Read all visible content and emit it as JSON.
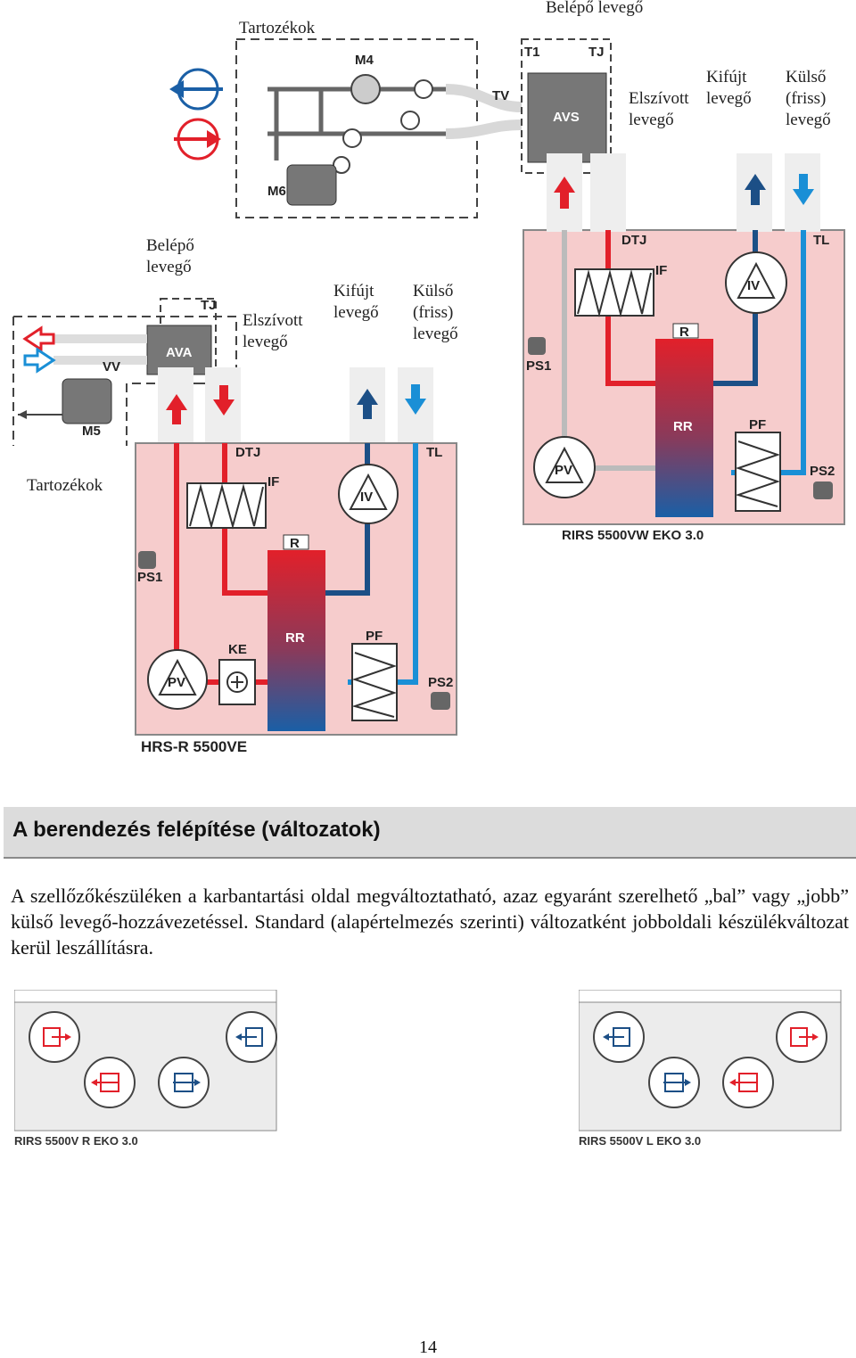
{
  "diagram_top": {
    "labels": {
      "tartozekok": "Tartozékok",
      "belepo": "Belépő levegő",
      "elszivott": [
        "Elszívott",
        "levegő"
      ],
      "kifujt": [
        "Kifújt",
        "levegő"
      ],
      "kulso": [
        "Külső",
        "(friss)",
        "levegő"
      ]
    },
    "tags": [
      "M4",
      "M6",
      "T1",
      "TJ",
      "TV",
      "AVS",
      "DTJ",
      "IF",
      "TL",
      "IV",
      "R",
      "PS1",
      "RR",
      "PF",
      "PV",
      "PS2"
    ],
    "model": "RIRS 5500VW EKO 3.0"
  },
  "diagram_bottom": {
    "labels": {
      "belepo": [
        "Belépő",
        "levegő"
      ],
      "elszivott": [
        "Elszívott",
        "levegő"
      ],
      "kifujt": [
        "Kifújt",
        "levegő"
      ],
      "kulso": [
        "Külső",
        "(friss)",
        "levegő"
      ],
      "tartozekok": "Tartozékok"
    },
    "tags": [
      "TJ",
      "AVA",
      "VV",
      "M5",
      "DTJ",
      "IF",
      "TL",
      "IV",
      "R",
      "PS1",
      "RR",
      "PF",
      "KE",
      "PV",
      "PS2"
    ],
    "model": "HRS-R 5500VE"
  },
  "section": {
    "title": "A berendezés felépítése (változatok)",
    "paragraph": "A szellőzőkészüléken a karbantartási oldal megváltoztatható, azaz egyaránt szerelhető „bal” vagy „jobb” külső levegő-hozzávezetéssel. Standard (alapértelmezés szerinti) változatként jobboldali készülékváltozat kerül leszállításra."
  },
  "variants": [
    {
      "caption": "RIRS 5500V R EKO 3.0"
    },
    {
      "caption": "RIRS 5500V L EKO 3.0"
    }
  ],
  "page_number": "14",
  "colors": {
    "red": "#e2202a",
    "blue": "#1a8fd6",
    "pink": "#f6cccc",
    "darkblue": "#1c4f86"
  }
}
